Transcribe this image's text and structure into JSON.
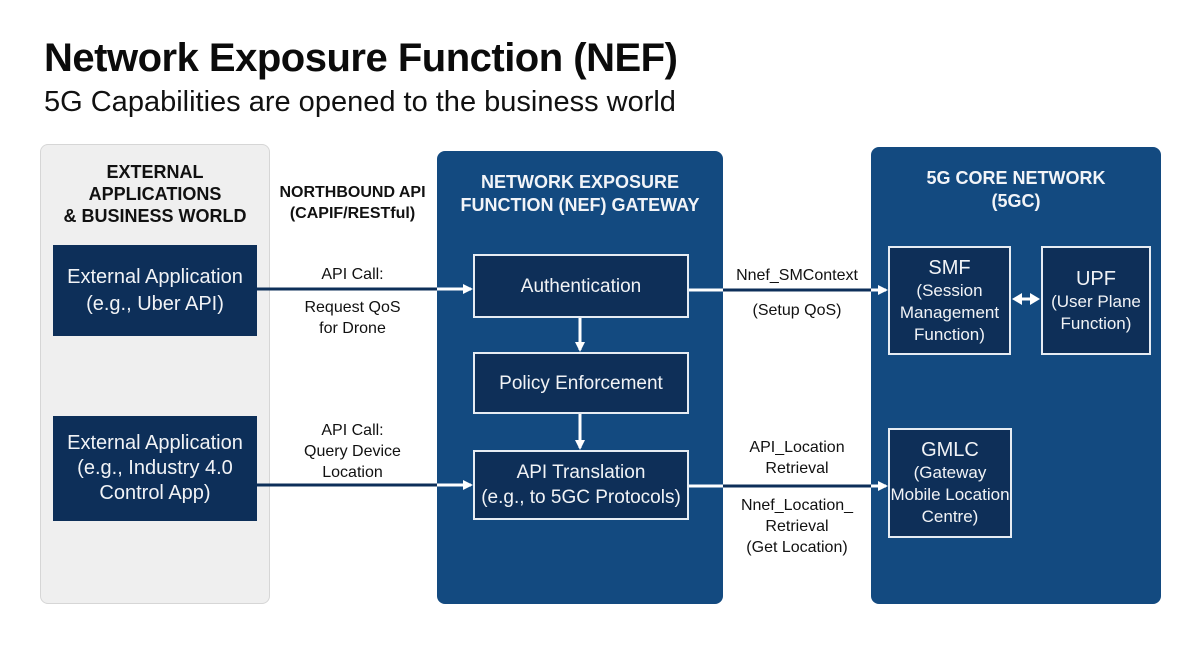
{
  "header": {
    "title": "Network Exposure Function (NEF)",
    "subtitle": "5G Capabilities are opened to the business world"
  },
  "colors": {
    "panel_blue": "#134a80",
    "box_navy": "#0e2f58",
    "external_panel": "#efefef",
    "arrow_dark": "#0d2f59",
    "arrow_light": "#ffffff"
  },
  "external_panel": {
    "heading": [
      "EXTERNAL",
      "APPLICATIONS",
      "& BUSINESS WORLD"
    ],
    "apps": [
      {
        "lines": [
          "External Application",
          "(e.g., Uber API)"
        ]
      },
      {
        "lines": [
          "External Application",
          "(e.g., Industry 4.0",
          "Control App)"
        ]
      }
    ]
  },
  "northbound": {
    "heading": [
      "NORTHBOUND API",
      "(CAPIF/RESTful)"
    ],
    "call_1_above": "API Call:",
    "call_1_below": [
      "Request QoS",
      "for Drone"
    ],
    "call_2_above": [
      "API Call:",
      "Query Device",
      "Location"
    ]
  },
  "nef_panel": {
    "heading": [
      "NETWORK EXPOSURE",
      "FUNCTION (NEF) GATEWAY"
    ],
    "steps": [
      {
        "lines": [
          "Authentication"
        ]
      },
      {
        "lines": [
          "Policy Enforcement"
        ]
      },
      {
        "lines": [
          "API Translation",
          "(e.g., to 5GC Protocols)"
        ]
      }
    ]
  },
  "southbound": {
    "call_1_above": "Nnef_SMContext",
    "call_1_below": "(Setup QoS)",
    "call_2_above": [
      "API_Location",
      "Retrieval"
    ],
    "call_2_below": [
      "Nnef_Location_",
      "Retrieval",
      "(Get Location)"
    ]
  },
  "core_panel": {
    "heading": [
      "5G CORE NETWORK",
      "(5GC)"
    ],
    "smf": {
      "name": "SMF",
      "lines": [
        "(Session",
        "Management",
        "Function)"
      ]
    },
    "upf": {
      "name": "UPF",
      "lines": [
        "(User Plane",
        "Function)"
      ]
    },
    "gmlc": {
      "name": "GMLC",
      "lines": [
        "(Gateway",
        "Mobile Location",
        "Centre)"
      ]
    }
  }
}
